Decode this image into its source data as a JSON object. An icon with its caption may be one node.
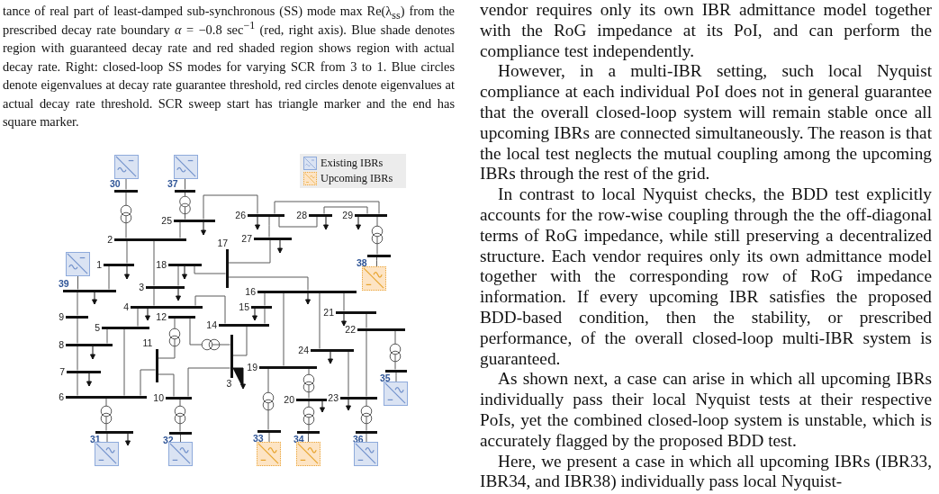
{
  "diagram": {
    "nodes": [
      {
        "text": [
          "30"
        ]
      },
      {
        "text": [
          "37"
        ]
      },
      {
        "text": [
          "25"
        ]
      },
      {
        "text": [
          "26"
        ]
      },
      {
        "text": [
          "28"
        ]
      },
      {
        "text": [
          "29"
        ]
      },
      {
        "text": [
          "2"
        ]
      },
      {
        "text": [
          "27"
        ]
      },
      {
        "text": [
          "17"
        ]
      },
      {
        "text": [
          "38"
        ]
      },
      {
        "text": [
          "1"
        ]
      },
      {
        "text": [
          "18"
        ]
      },
      {
        "text": [
          "39"
        ]
      },
      {
        "text": [
          "3"
        ]
      },
      {
        "text": [
          "16"
        ]
      },
      {
        "text": [
          "4"
        ]
      },
      {
        "text": [
          "15"
        ]
      },
      {
        "text": [
          "21"
        ]
      },
      {
        "text": [
          "9"
        ]
      },
      {
        "text": [
          "12"
        ]
      },
      {
        "text": [
          "14"
        ]
      },
      {
        "text": [
          "5"
        ]
      },
      {
        "text": [
          "22"
        ]
      },
      {
        "text": [
          "8"
        ]
      },
      {
        "text": [
          "11"
        ]
      },
      {
        "text": [
          "24"
        ]
      },
      {
        "text": [
          "3"
        ]
      },
      {
        "text": [
          "19"
        ]
      },
      {
        "text": [
          "7"
        ]
      },
      {
        "text": [
          "35"
        ]
      },
      {
        "text": [
          "6"
        ]
      },
      {
        "text": [
          "10"
        ]
      },
      {
        "text": [
          "23"
        ]
      },
      {
        "text": [
          "20"
        ]
      },
      {
        "text": [
          "31"
        ]
      },
      {
        "text": [
          "32"
        ]
      },
      {
        "text": [
          "33"
        ]
      },
      {
        "text": [
          "34"
        ]
      },
      {
        "text": [
          "36"
        ]
      },
      {
        "text": [],
        "shape": "box"
      },
      {
        "text": [],
        "shape": "box"
      },
      {
        "text": [],
        "shape": "box"
      },
      {
        "text": [],
        "shape": "box"
      },
      {
        "text": [],
        "shape": "box"
      },
      {
        "text": [],
        "shape": "box"
      },
      {
        "text": [],
        "shape": "box"
      },
      {
        "text": [],
        "shape": "box"
      },
      {
        "text": [],
        "shape": "box"
      },
      {
        "text": [],
        "shape": "box"
      }
    ],
    "edges": [
      {
        "from": 39,
        "to": 0,
        "arrow": "none"
      },
      {
        "from": 40,
        "to": 1,
        "arrow": "none"
      },
      {
        "from": 41,
        "to": 12,
        "arrow": "none"
      },
      {
        "from": 42,
        "to": 9,
        "arrow": "none"
      },
      {
        "from": 43,
        "to": 29,
        "arrow": "none"
      },
      {
        "from": 44,
        "to": 34,
        "arrow": "none"
      },
      {
        "from": 45,
        "to": 35,
        "arrow": "none"
      },
      {
        "from": 46,
        "to": 36,
        "arrow": "none"
      },
      {
        "from": 47,
        "to": 37,
        "arrow": "none"
      },
      {
        "from": 48,
        "to": 38,
        "arrow": "none"
      },
      {
        "from": 0,
        "to": 6,
        "arrow": "none"
      },
      {
        "from": 1,
        "to": 2,
        "arrow": "none"
      },
      {
        "from": 2,
        "to": 6,
        "arrow": "none"
      },
      {
        "from": 2,
        "to": 3,
        "arrow": "none"
      },
      {
        "from": 3,
        "to": 7,
        "arrow": "none"
      },
      {
        "from": 3,
        "to": 4,
        "arrow": "none"
      },
      {
        "from": 3,
        "to": 5,
        "arrow": "none"
      },
      {
        "from": 4,
        "to": 5,
        "arrow": "none"
      },
      {
        "from": 5,
        "to": 9,
        "arrow": "none"
      },
      {
        "from": 7,
        "to": 8,
        "arrow": "none"
      },
      {
        "from": 6,
        "to": 10,
        "arrow": "none"
      },
      {
        "from": 6,
        "to": 13,
        "arrow": "none"
      },
      {
        "from": 10,
        "to": 12,
        "arrow": "none"
      },
      {
        "from": 8,
        "to": 11,
        "arrow": "none"
      },
      {
        "from": 11,
        "to": 13,
        "arrow": "none"
      },
      {
        "from": 8,
        "to": 14,
        "arrow": "none"
      },
      {
        "from": 13,
        "to": 15,
        "arrow": "none"
      },
      {
        "from": 12,
        "to": 18,
        "arrow": "none"
      },
      {
        "from": 15,
        "to": 21,
        "arrow": "none"
      },
      {
        "from": 15,
        "to": 20,
        "arrow": "none"
      },
      {
        "from": 14,
        "to": 16,
        "arrow": "none"
      },
      {
        "from": 16,
        "to": 20,
        "arrow": "none"
      },
      {
        "from": 14,
        "to": 17,
        "arrow": "none"
      },
      {
        "from": 14,
        "to": 25,
        "arrow": "none"
      },
      {
        "from": 14,
        "to": 27,
        "arrow": "none"
      },
      {
        "from": 17,
        "to": 22,
        "arrow": "none"
      },
      {
        "from": 18,
        "to": 23,
        "arrow": "none"
      },
      {
        "from": 21,
        "to": 23,
        "arrow": "none"
      },
      {
        "from": 21,
        "to": 30,
        "arrow": "none"
      },
      {
        "from": 23,
        "to": 28,
        "arrow": "none"
      },
      {
        "from": 28,
        "to": 30,
        "arrow": "none"
      },
      {
        "from": 30,
        "to": 24,
        "arrow": "none"
      },
      {
        "from": 19,
        "to": 24,
        "arrow": "none"
      },
      {
        "from": 19,
        "to": 26,
        "arrow": "none"
      },
      {
        "from": 20,
        "to": 26,
        "arrow": "none"
      },
      {
        "from": 24,
        "to": 31,
        "arrow": "none"
      },
      {
        "from": 31,
        "to": 26,
        "arrow": "none"
      },
      {
        "from": 22,
        "to": 29,
        "arrow": "none"
      },
      {
        "from": 22,
        "to": 32,
        "arrow": "none"
      },
      {
        "from": 25,
        "to": 32,
        "arrow": "none"
      },
      {
        "from": 27,
        "to": 33,
        "arrow": "none"
      },
      {
        "from": 27,
        "to": 36,
        "arrow": "none"
      },
      {
        "from": 33,
        "to": 37,
        "arrow": "none"
      },
      {
        "from": 30,
        "to": 34,
        "arrow": "none"
      },
      {
        "from": 31,
        "to": 35,
        "arrow": "none"
      },
      {
        "from": 32,
        "to": 38,
        "arrow": "none"
      }
    ],
    "labels": [
      "tance of real part of least-damped sub-synchronous (SS) mode max Re(λ$_{ss}$) from the prescribed decay rate boundary *α* = −0.8 sec$^{−1}$ (red, right axis). Blue shade denotes region with guaranteed decay rate and red shaded region shows region with actual decay rate. Right: closed-loop SS modes for varying SCR from 3 to 1. Blue circles denote eigenvalues at decay rate guarantee threshold, red circles denote eigenvalues at actual decay rate threshold. SCR sweep start has triangle marker and the end has square marker.",
      "vendor requires only its own IBR admittance model together with the RoG impedance at its PoI, and can perform the compliance test independently.",
      "However, in a multi-IBR setting, such local Nyquist compliance at each individual PoI does not in general guarantee that the overall closed-loop system will remain stable once all upcoming IBRs are connected simultaneously. The reason is that the local test neglects the mutual coupling among the upcoming IBRs through the rest of the grid.",
      "In contrast to local Nyquist checks, the BDD test explicitly accounts for the row-wise coupling through the the off-diagonal terms of RoG impedance, while still preserving a decentralized structure. Each vendor requires only its own admittance model together with the corresponding row of RoG impedance information. If every upcoming IBR satisfies the proposed BDD-based condition, then the stability, or prescribed performance, of the overall closed-loop multi-IBR system is guaranteed.",
      "As shown next, a case can arise in which all upcoming IBRs individually pass their local Nyquist tests at their respective PoIs, yet the combined closed-loop system is unstable, which is accurately flagged by the proposed BDD test.",
      "Here, we present a case in which all upcoming IBRs (IBR33, IBR34, and IBR38) individually pass local Nyquist-"
    ],
    "legend": [
      {
        "text": "Existing IBRs"
      },
      {
        "text": "Upcoming IBRs"
      }
    ]
  }
}
